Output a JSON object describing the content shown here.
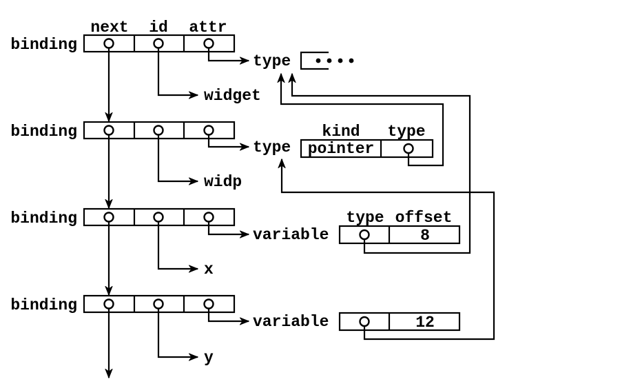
{
  "figure": {
    "field_headers": {
      "next": "next",
      "id": "id",
      "attr": "attr"
    },
    "rows": [
      {
        "label": "binding",
        "attr_target": "type",
        "id_target": "widget"
      },
      {
        "label": "binding",
        "attr_target": "type",
        "id_target": "widp"
      },
      {
        "label": "binding",
        "attr_target": "variable",
        "id_target": "x"
      },
      {
        "label": "binding",
        "attr_target": "variable",
        "id_target": "y"
      }
    ],
    "pointer_record": {
      "header_kind": "kind",
      "header_type": "type",
      "kind_value": "pointer"
    },
    "variable_records": {
      "header_type": "type",
      "header_offset": "offset",
      "offsets": [
        "8",
        "12"
      ]
    }
  }
}
